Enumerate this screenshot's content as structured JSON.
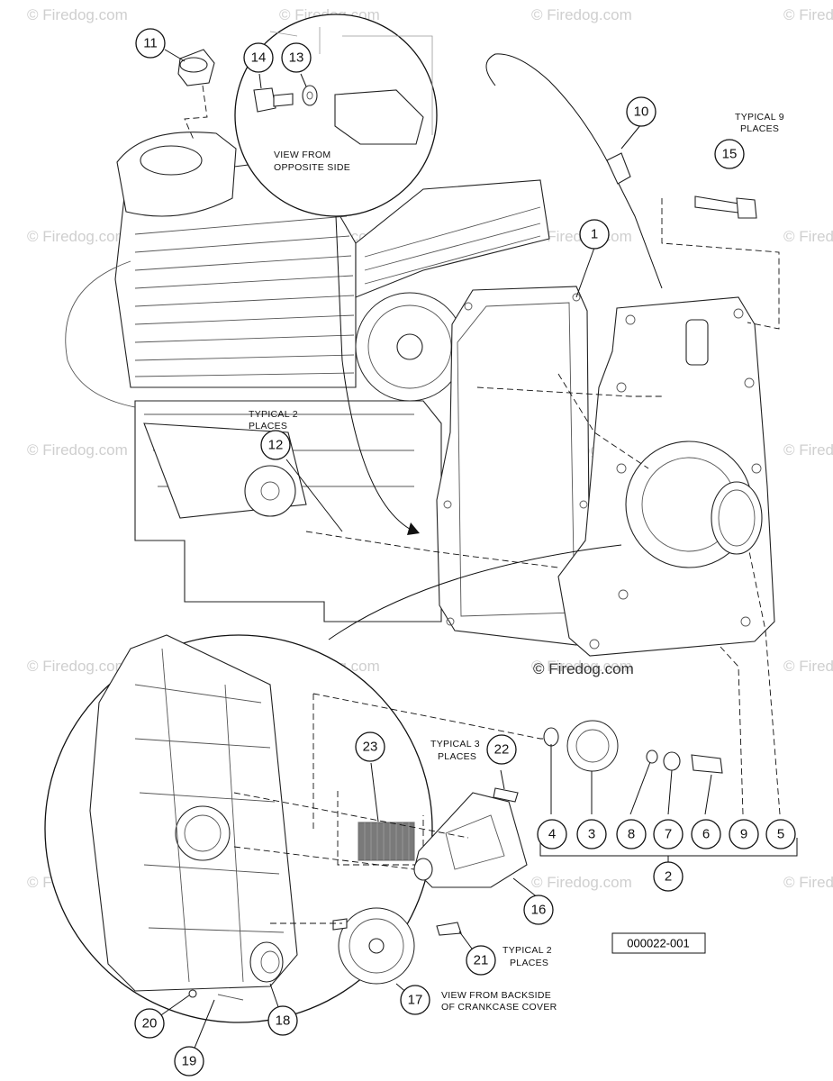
{
  "callouts": [
    {
      "id": "c1",
      "label": "1"
    },
    {
      "id": "c2",
      "label": "2"
    },
    {
      "id": "c3",
      "label": "3"
    },
    {
      "id": "c4",
      "label": "4"
    },
    {
      "id": "c5",
      "label": "5"
    },
    {
      "id": "c6",
      "label": "6"
    },
    {
      "id": "c7",
      "label": "7"
    },
    {
      "id": "c8",
      "label": "8"
    },
    {
      "id": "c9",
      "label": "9"
    },
    {
      "id": "c10",
      "label": "10"
    },
    {
      "id": "c11",
      "label": "11"
    },
    {
      "id": "c12",
      "label": "12"
    },
    {
      "id": "c13",
      "label": "13"
    },
    {
      "id": "c14",
      "label": "14"
    },
    {
      "id": "c15",
      "label": "15"
    },
    {
      "id": "c16",
      "label": "16"
    },
    {
      "id": "c17",
      "label": "17"
    },
    {
      "id": "c18",
      "label": "18"
    },
    {
      "id": "c19",
      "label": "19"
    },
    {
      "id": "c20",
      "label": "20"
    },
    {
      "id": "c21",
      "label": "21"
    },
    {
      "id": "c22",
      "label": "22"
    },
    {
      "id": "c23",
      "label": "23"
    }
  ],
  "notes": {
    "view_opposite_1": "VIEW FROM",
    "view_opposite_2": "OPPOSITE SIDE",
    "typical9_1": "TYPICAL 9",
    "typical9_2": "PLACES",
    "typical2_top_1": "TYPICAL 2",
    "typical2_top_2": "PLACES",
    "typical3_1": "TYPICAL 3",
    "typical3_2": "PLACES",
    "typical2_bottom_1": "TYPICAL 2",
    "typical2_bottom_2": "PLACES",
    "view_backside_1": "VIEW FROM BACKSIDE",
    "view_backside_2": "OF CRANKCASE COVER"
  },
  "diagram_id": "000022-001",
  "watermark": "© Firedog.com",
  "colors": {
    "line": "#111111",
    "watermark": "#cfcfcf",
    "background": "#ffffff"
  }
}
